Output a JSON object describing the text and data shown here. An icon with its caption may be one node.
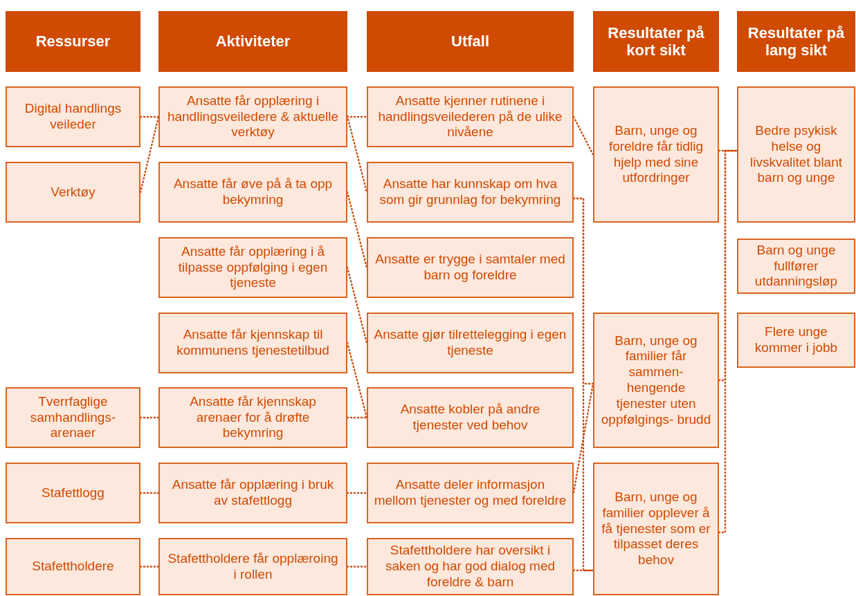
{
  "diagram": {
    "nodes": [
      {
        "text": [
          "Ressurser"
        ]
      },
      {
        "text": [
          "Aktiviteter"
        ]
      },
      {
        "text": [
          "Utfall"
        ]
      },
      {
        "text": [
          "Resultater på kort sikt"
        ]
      },
      {
        "text": [
          "Resultater på lang sikt"
        ]
      },
      {
        "text": [
          "Digital handlings veileder"
        ]
      },
      {
        "text": [
          "Verktøy"
        ]
      },
      {
        "text": [
          "Tverrfaglige samhandlings- arenaer"
        ]
      },
      {
        "text": [
          "Stafettlogg"
        ]
      },
      {
        "text": [
          "Stafettholdere"
        ]
      },
      {
        "text": [
          "Ansatte får opplæring i handlingsveiledere & aktuelle verktøy"
        ]
      },
      {
        "text": [
          "Ansatte får øve på å ta opp bekymring"
        ]
      },
      {
        "text": [
          "Ansatte får opplæring i å tilpasse oppfølging i egen tjeneste"
        ]
      },
      {
        "text": [
          "Ansatte får kjennskap til kommunens tjenestetilbud"
        ]
      },
      {
        "text": [
          "Ansatte får kjennskap arenaer for å drøfte bekymring"
        ]
      },
      {
        "text": [
          "Ansatte får opplæring i bruk av stafettlogg"
        ]
      },
      {
        "text": [
          "Stafettholdere får opplæroing i rollen"
        ]
      },
      {
        "text": [
          "Ansatte kjenner rutinene i handlingsveilederen på de ulike nivåene"
        ]
      },
      {
        "text": [
          "Ansatte har kunnskap om hva som gir grunnlag for bekymring"
        ]
      },
      {
        "text": [
          "Ansatte er trygge i samtaler med barn og foreldre"
        ]
      },
      {
        "text": [
          "Ansatte gjør tilrettelegging i egen tjeneste"
        ]
      },
      {
        "text": [
          "Ansatte kobler på andre tjenester ved behov"
        ]
      },
      {
        "text": [
          "Ansatte deler informasjon mellom tjenester og med foreldre"
        ]
      },
      {
        "text": [
          "Stafettholdere har oversikt i saken og har god dialog med foreldre & barn"
        ]
      },
      {
        "text": [
          "Barn, unge og foreldre får tidlig hjelp med sine utfordringer"
        ]
      },
      {
        "text": [
          "Barn, unge og familier får sammen- hengende tjenester uten oppfølgings- brudd"
        ]
      },
      {
        "text": [
          "Barn, unge og familier opplever å få tjenester som er tilpasset deres behov"
        ]
      },
      {
        "text": [
          "Bedre psykisk helse og livskvalitet blant barn og unge"
        ]
      },
      {
        "text": [
          "Barn og unge fullfører utdanningsløp"
        ]
      },
      {
        "text": [
          "Flere unge kommer i jobb"
        ]
      }
    ],
    "edges": [
      {
        "from": 5,
        "to": 10,
        "arrow": "none"
      },
      {
        "from": 6,
        "to": 10,
        "arrow": "none"
      },
      {
        "from": 10,
        "to": 17,
        "arrow": "none"
      },
      {
        "from": 10,
        "to": 18,
        "arrow": "none"
      },
      {
        "from": 11,
        "to": 19,
        "arrow": "none"
      },
      {
        "from": 12,
        "to": 20,
        "arrow": "none"
      },
      {
        "from": 13,
        "to": 21,
        "arrow": "none"
      },
      {
        "from": 7,
        "to": 14,
        "arrow": "none"
      },
      {
        "from": 14,
        "to": 21,
        "arrow": "none"
      },
      {
        "from": 8,
        "to": 15,
        "arrow": "none"
      },
      {
        "from": 15,
        "to": 22,
        "arrow": "none"
      },
      {
        "from": 9,
        "to": 16,
        "arrow": "none"
      },
      {
        "from": 16,
        "to": 23,
        "arrow": "none"
      },
      {
        "from": 17,
        "to": 24,
        "arrow": "none"
      },
      {
        "from": 18,
        "to": 25,
        "arrow": "none"
      },
      {
        "from": 18,
        "to": 26,
        "arrow": "none"
      },
      {
        "from": 22,
        "to": 25,
        "arrow": "none"
      },
      {
        "from": 23,
        "to": 26,
        "arrow": "none"
      },
      {
        "from": 24,
        "to": 27,
        "arrow": "none"
      },
      {
        "from": 25,
        "to": 27,
        "arrow": "none"
      },
      {
        "from": 26,
        "to": 27,
        "arrow": "none"
      }
    ]
  }
}
